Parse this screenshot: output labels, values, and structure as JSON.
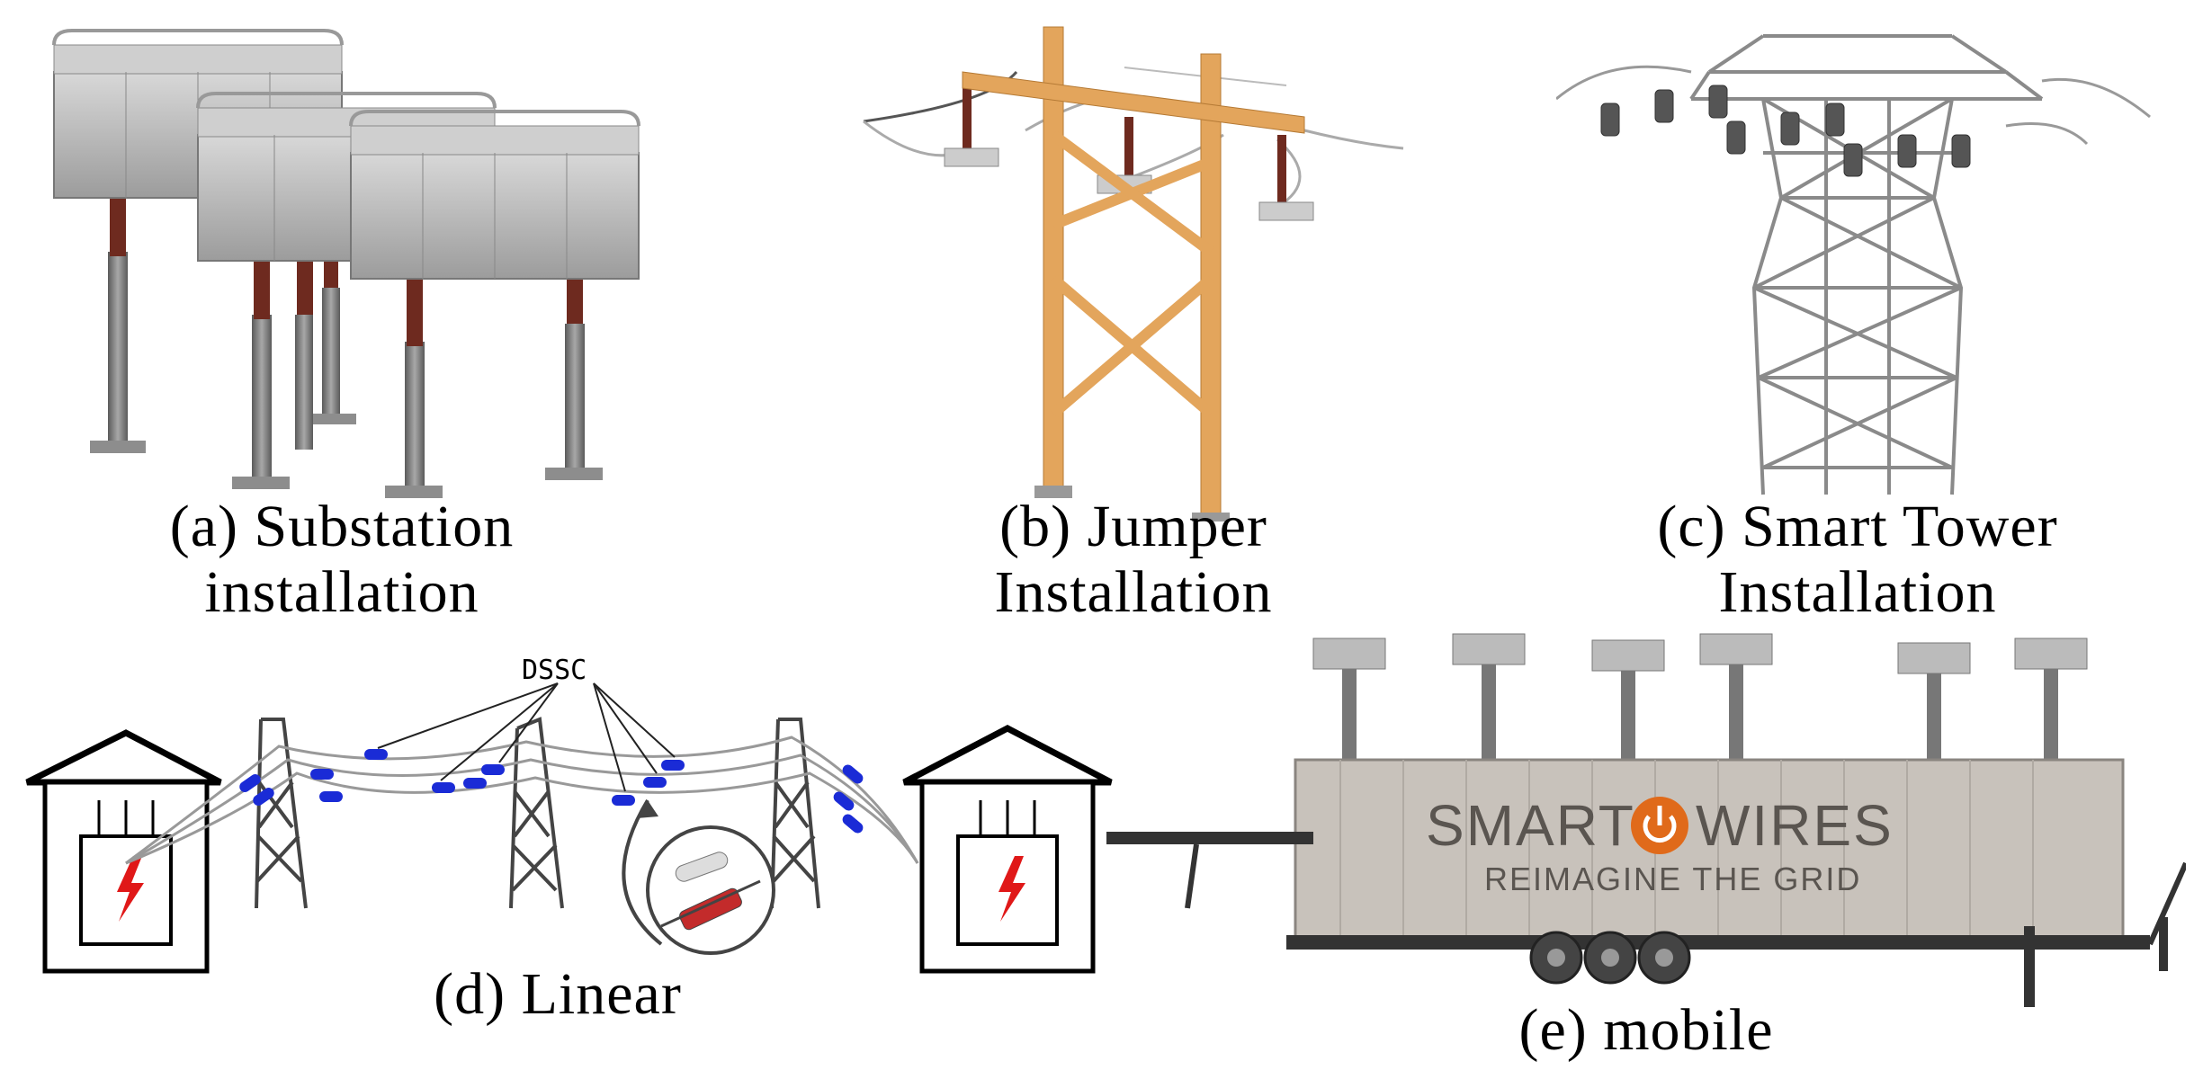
{
  "panels": {
    "a": {
      "caption": "(a) Substation\ninstallation"
    },
    "b": {
      "caption": "(b) Jumper\nInstallation"
    },
    "c": {
      "caption": "(c) Smart Tower\nInstallation"
    },
    "d": {
      "caption": "(d) Linear",
      "device_label": "DSSC"
    },
    "e": {
      "caption": "(e) mobile",
      "brand_left": "SMART",
      "brand_right": "WIRES",
      "tagline": "REIMAGINE THE GRID"
    }
  },
  "colors": {
    "cabinet": "#b9b9b9",
    "insulator": "#6e2a1f",
    "wood": "#e3a55c",
    "steel": "#7a7a7a",
    "dssc_blue": "#1a2bd6",
    "lightning": "#e01818",
    "brand_orange": "#e06a1a",
    "container": "#c8c2bb"
  }
}
